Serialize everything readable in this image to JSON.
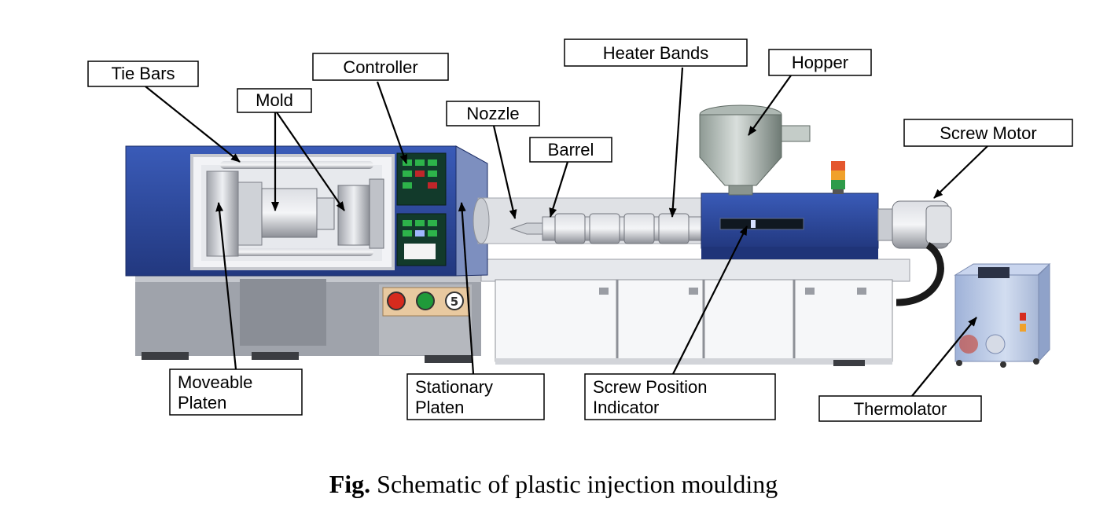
{
  "labels": {
    "tie_bars": "Tie Bars",
    "mold": "Mold",
    "controller": "Controller",
    "nozzle": "Nozzle",
    "barrel": "Barrel",
    "heater_bands": "Heater Bands",
    "hopper": "Hopper",
    "screw_motor": "Screw Motor",
    "moveable_platen": [
      "Moveable",
      "Platen"
    ],
    "stationary_platen": [
      "Stationary",
      "Platen"
    ],
    "screw_position_indicator": [
      "Screw Position",
      "Indicator"
    ],
    "thermolator": "Thermolator"
  },
  "caption": {
    "prefix": "Fig.",
    "text": " Schematic of plastic injection moulding"
  },
  "colors": {
    "machine_blue": "#2e4a9e",
    "machine_blue_dark": "#1f3478",
    "steel_gray": "#a9acb3",
    "cabinet_white": "#f2f3f5",
    "thermolator_blue": "#b9c8e6",
    "button_red": "#d62b1e",
    "button_green": "#1f9a3a",
    "panel_tan": "#e8c9a0"
  }
}
